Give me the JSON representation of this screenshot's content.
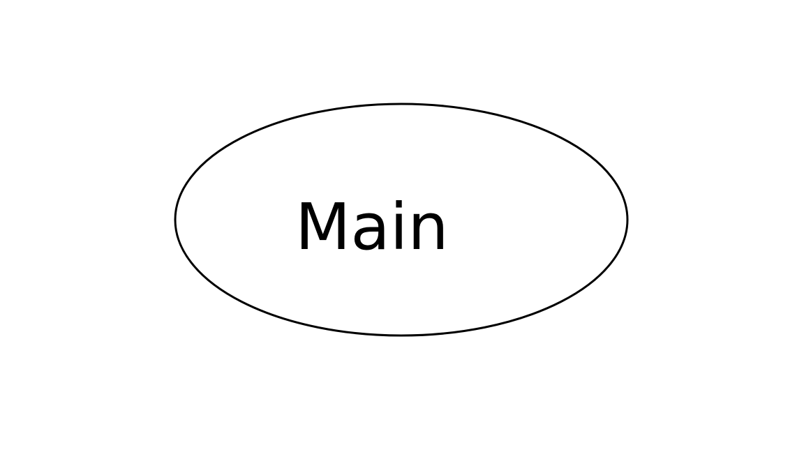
{
  "diagram": {
    "nodes": [
      {
        "id": "main",
        "shape": "ellipse",
        "label": "Main"
      }
    ],
    "colors": {
      "background": "#ffffff",
      "stroke": "#000000",
      "text": "#000000"
    }
  }
}
